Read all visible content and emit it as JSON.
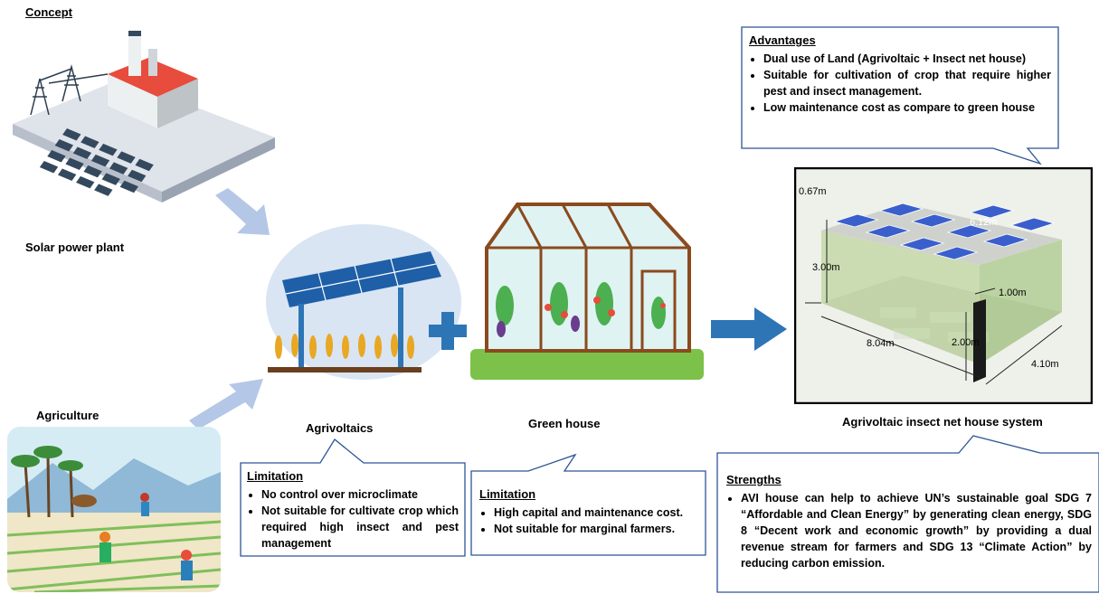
{
  "concept": {
    "title": "Concept"
  },
  "solar": {
    "label": "Solar power plant"
  },
  "agriculture": {
    "label": "Agriculture"
  },
  "agrivoltaics": {
    "label": "Agrivoltaics",
    "limitation_title": "Limitation",
    "limitations": [
      "No control over microclimate",
      "Not suitable for cultivate crop which required high insect and pest management"
    ]
  },
  "greenhouse": {
    "label": "Green house",
    "limitation_title": "Limitation",
    "limitations": [
      "High capital and maintenance cost.",
      "Not suitable for marginal farmers."
    ]
  },
  "avi": {
    "label": "Agrivoltaic insect net house system",
    "dimensions": [
      "0.67m",
      "3.00m",
      "8.04m",
      "4.10m",
      "1.00m",
      "2.00m",
      "6.12m"
    ],
    "advantages_title": "Advantages",
    "advantages": [
      "Dual use of Land (Agrivoltaic + Insect net house)",
      "Suitable for cultivation of crop that require higher pest and insect management.",
      "Low maintenance cost as compare to green house"
    ],
    "strengths_title": "Strengths",
    "strengths": [
      "AVI house can help to achieve UN’s sustainable goal SDG 7 “Affordable and Clean Energy” by generating clean energy, SDG 8 “Decent work and economic growth” by providing a dual revenue stream for farmers and SDG 13 “Climate Action” by reducing carbon emission."
    ]
  },
  "colors": {
    "arrow_blue": "#2e75b6",
    "arrow_light": "#b4c7e7",
    "box_border": "#2e5597",
    "panel": "#1f4e79"
  }
}
